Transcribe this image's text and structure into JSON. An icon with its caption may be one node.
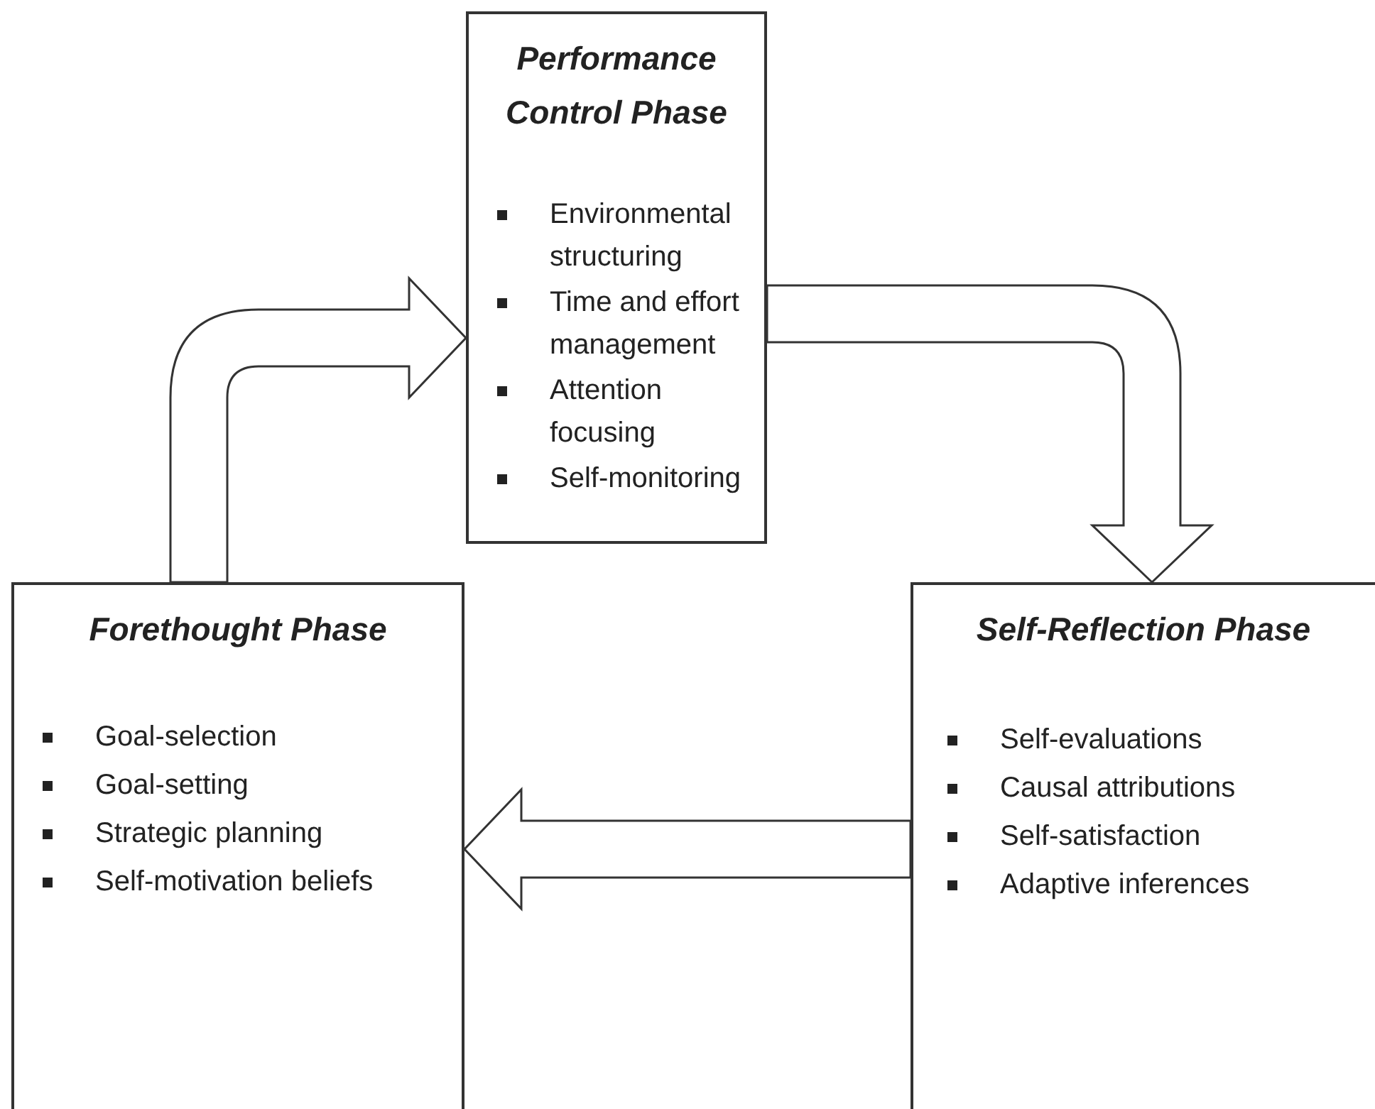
{
  "diagram": {
    "nodes": [
      {
        "text": [
          "Performance Control Phase",
          "Environmental structuring",
          "Time and effort management",
          "Attention focusing",
          "Self-monitoring"
        ]
      },
      {
        "text": [
          "Forethought Phase",
          "Goal-selection",
          "Goal-setting",
          "Strategic planning",
          "Self-motivation beliefs"
        ]
      },
      {
        "text": [
          "Self-Reflection Phase",
          "Self-evaluations",
          "Causal attributions",
          "Self-satisfaction",
          "Adaptive inferences"
        ]
      }
    ],
    "edges": [
      {
        "from": 1,
        "to": 0,
        "arrow": "to"
      },
      {
        "from": 0,
        "to": 2,
        "arrow": "to"
      },
      {
        "from": 2,
        "to": 1,
        "arrow": "to"
      }
    ]
  }
}
